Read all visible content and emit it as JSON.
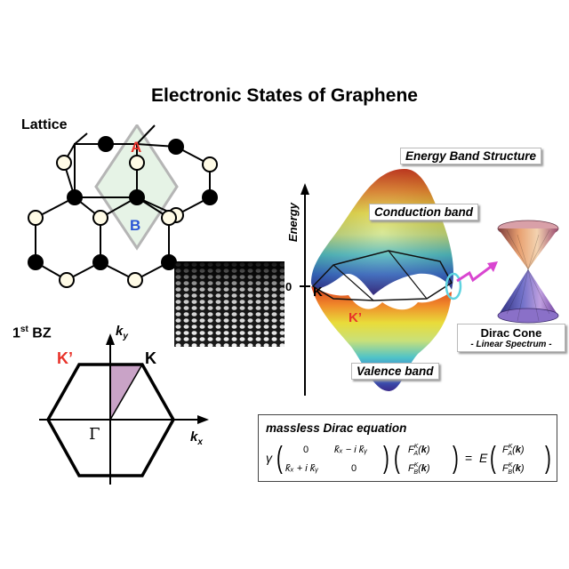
{
  "title": "Electronic States of Graphene",
  "lattice": {
    "label": "Lattice",
    "site_a": "A",
    "site_b": "B"
  },
  "brillouin": {
    "label_main": "1",
    "label_sup": "st",
    "label_tail": " BZ",
    "k_prime": "K’",
    "k": "K",
    "gamma": "Γ",
    "ky_main": "k",
    "ky_sub": "y",
    "kx_main": "k",
    "kx_sub": "x"
  },
  "band": {
    "title": "Energy Band Structure",
    "axis_label": "Energy",
    "zero": "0",
    "conduction": "Conduction band",
    "valence": "Valence band",
    "k": "K",
    "k_prime": "K’"
  },
  "dirac": {
    "title": "Dirac Cone",
    "subtitle": "- Linear Spectrum -"
  },
  "equation": {
    "title": "massless Dirac equation"
  },
  "colors": {
    "site_a": "#e8332a",
    "site_b": "#2b55d6",
    "highlight": "#c9a3c7",
    "arrow": "#d946d0"
  }
}
